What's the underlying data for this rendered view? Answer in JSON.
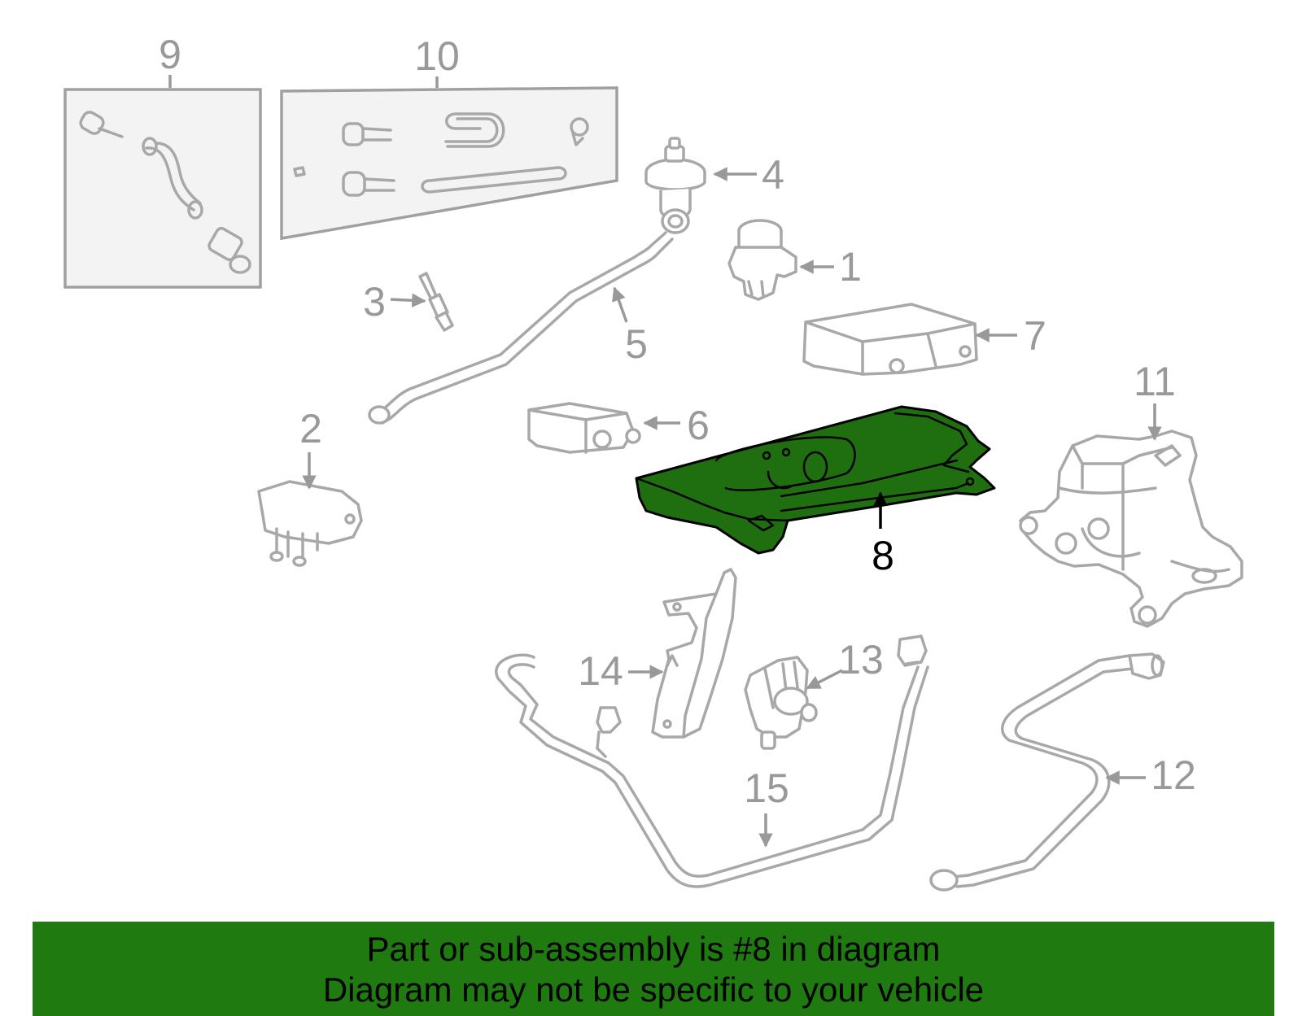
{
  "diagram": {
    "highlighted_part": "8",
    "callouts": [
      "1",
      "2",
      "3",
      "4",
      "5",
      "6",
      "7",
      "8",
      "9",
      "10",
      "11",
      "12",
      "13",
      "14",
      "15"
    ]
  },
  "banner": {
    "line1": "Part or sub-assembly is #8 in diagram",
    "line2": "Diagram may not be specific to your vehicle",
    "background": "#1f7a10"
  },
  "colors": {
    "highlight_fill": "#1f6e0f",
    "part_stroke": "#a8a8a8",
    "label_gray": "#999999"
  }
}
